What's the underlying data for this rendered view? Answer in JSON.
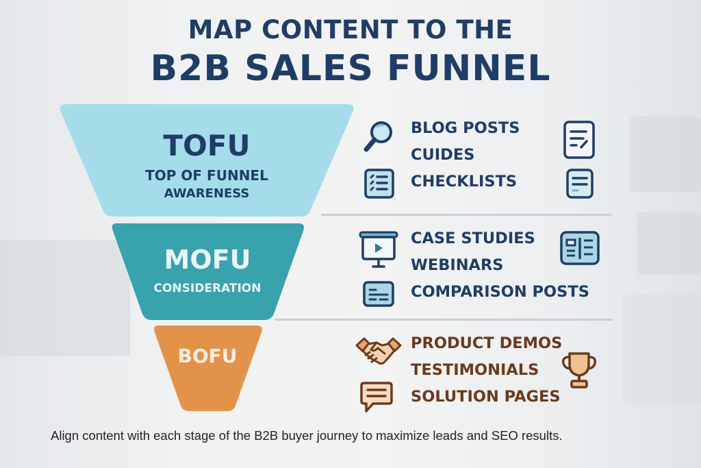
{
  "title": {
    "line1": "MAP CONTENT TO THE",
    "line2": "B2B SALES FUNNEL"
  },
  "colors": {
    "title": "#1f3d66",
    "tofu": "#a5dcea",
    "mofu": "#38a2ad",
    "bofu": "#e3924a",
    "bofu_text": "#6b3a1c"
  },
  "stages": [
    {
      "id": "tofu",
      "name": "TOFU",
      "subtitle": "TOP OF FUNNEL",
      "description": "AWARENESS",
      "content": [
        "BLOG POSTS",
        "CUIDES",
        "CHECKLISTS"
      ],
      "icons": [
        "magnifier-icon",
        "document-edit-icon",
        "checklist-icon",
        "document-lines-icon"
      ]
    },
    {
      "id": "mofu",
      "name": "MOFU",
      "subtitle": "",
      "description": "CONSIDERATION",
      "content": [
        "CASE STUDIES",
        "WEBINARS",
        "COMPARISON POSTS"
      ],
      "icons": [
        "presentation-play-icon",
        "layout-columns-icon",
        "text-block-icon"
      ]
    },
    {
      "id": "bofu",
      "name": "BOFU",
      "subtitle": "",
      "description": "",
      "content": [
        "PRODUCT DEMOS",
        "TESTIMONIALS",
        "SOLUTION PAGES"
      ],
      "icons": [
        "handshake-icon",
        "trophy-icon",
        "chat-bubble-icon"
      ]
    }
  ],
  "footer": "Align content with each stage of the B2B buyer journey to maximize leads and SEO results."
}
